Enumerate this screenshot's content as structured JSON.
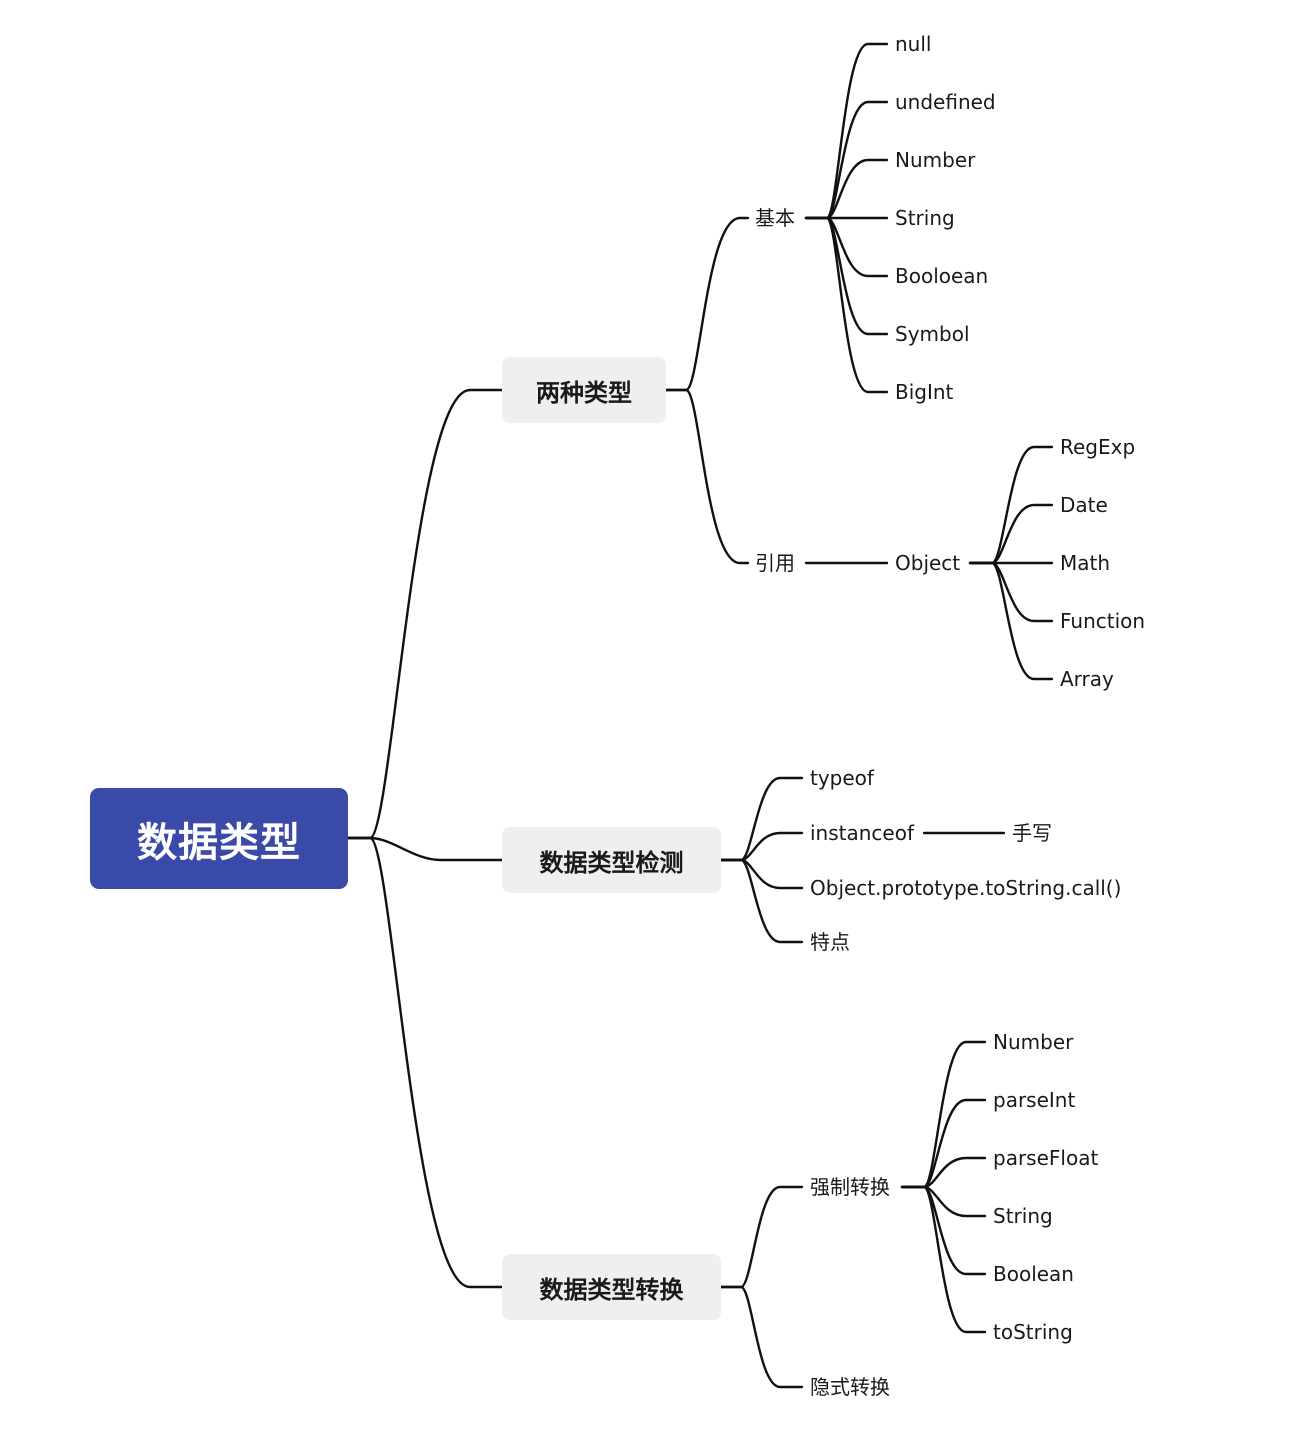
{
  "root": {
    "label": "数据类型"
  },
  "branches": {
    "types": {
      "label": "两种类型",
      "basic": {
        "label": "基本",
        "items": [
          "null",
          "undefined",
          "Number",
          "String",
          "Booloean",
          "Symbol",
          "BigInt"
        ]
      },
      "reference": {
        "label": "引用",
        "object": {
          "label": "Object",
          "items": [
            "RegExp",
            "Date",
            "Math",
            "Function",
            "Array"
          ]
        }
      }
    },
    "detection": {
      "label": "数据类型检测",
      "typeof": "typeof",
      "instanceof": {
        "label": "instanceof",
        "child": "手写"
      },
      "tostring": "Object.prototype.toString.call()",
      "features": "特点"
    },
    "conversion": {
      "label": "数据类型转换",
      "explicit": {
        "label": "强制转换",
        "items": [
          "Number",
          "parseInt",
          "parseFloat",
          "String",
          "Boolean",
          "toString"
        ]
      },
      "implicit": {
        "label": "隐式转换"
      }
    }
  }
}
